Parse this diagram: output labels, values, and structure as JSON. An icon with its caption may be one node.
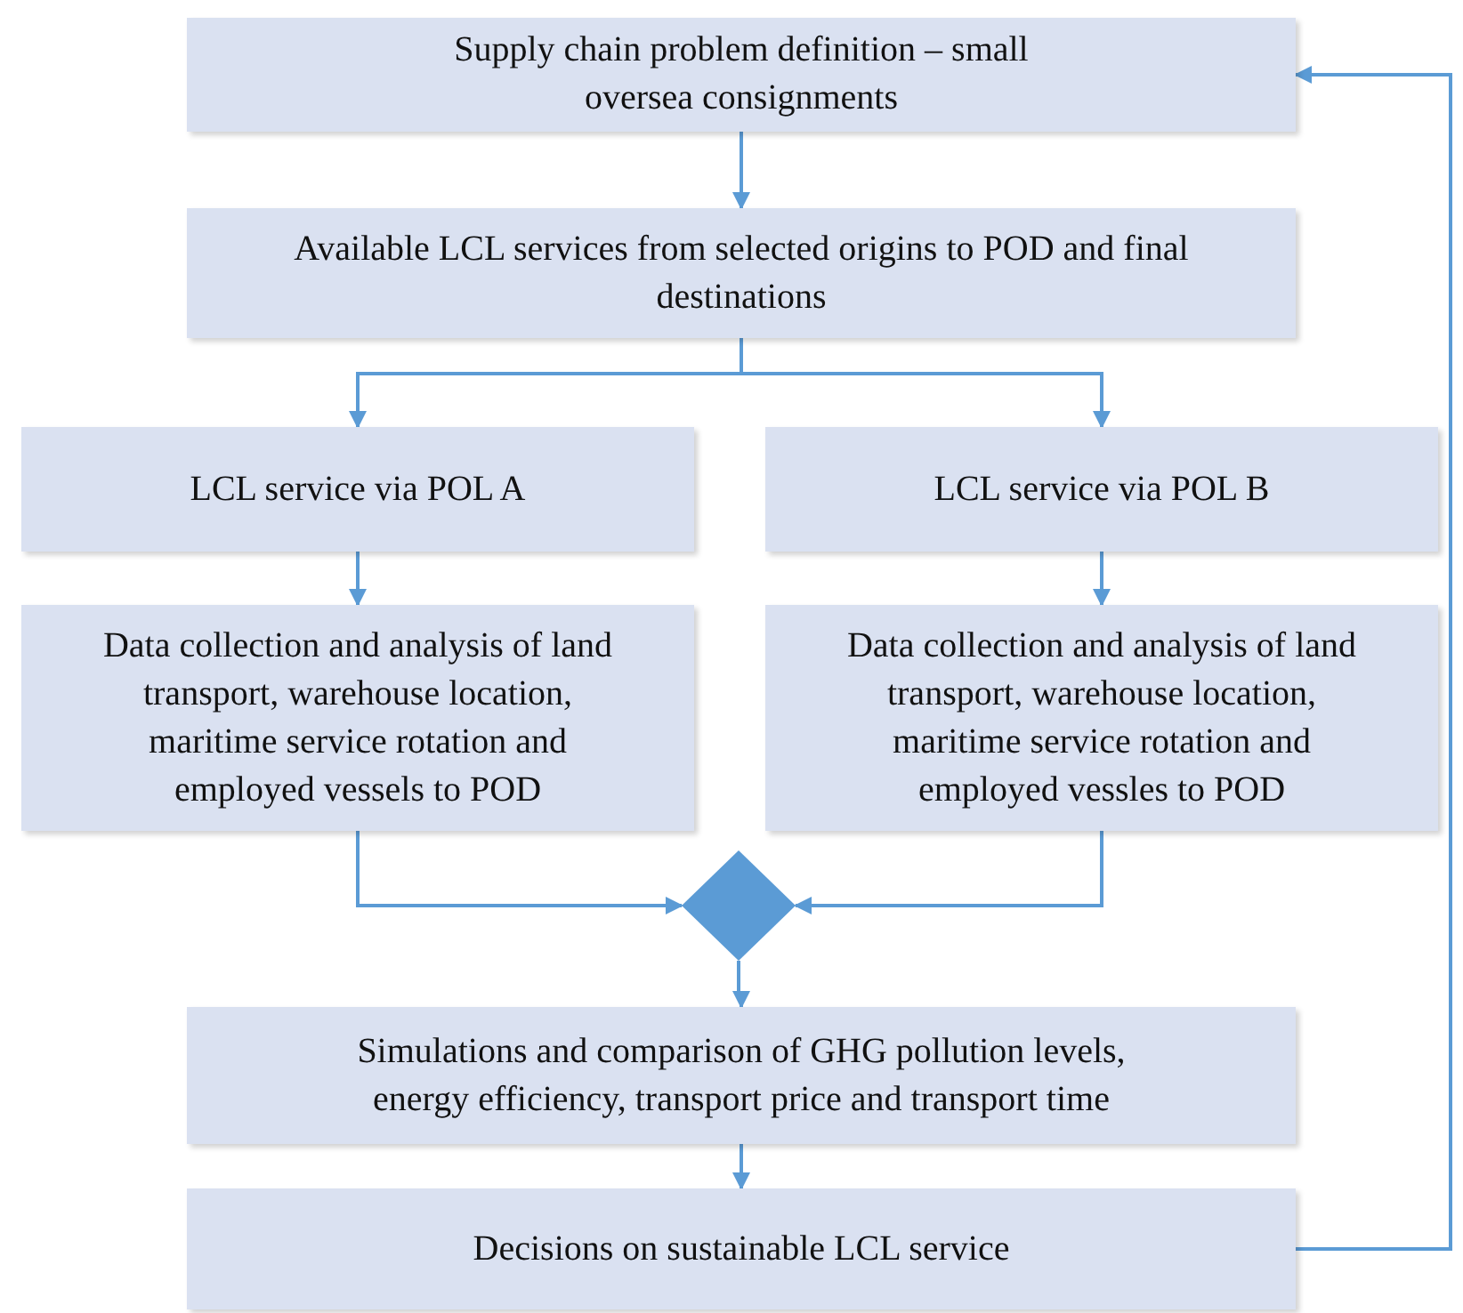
{
  "diagram": {
    "nodes": [
      {
        "text": [
          "Supply chain problem definition – small oversea consignments"
        ]
      },
      {
        "text": [
          "Available LCL services from selected origins to POD and final destinations"
        ]
      },
      {
        "text": [
          "LCL service via POL A"
        ]
      },
      {
        "text": [
          "LCL service via POL B"
        ]
      },
      {
        "text": [
          "Data collection and analysis of land transport, warehouse location, maritime service rotation and employed vessels to POD"
        ]
      },
      {
        "text": [
          "Data collection and analysis of land transport, warehouse location, maritime service rotation and employed vessles to POD"
        ]
      },
      {
        "text": [],
        "shape": "diamond"
      },
      {
        "text": [
          "Simulations and comparison of GHG pollution levels, energy efficiency, transport price and transport time"
        ]
      },
      {
        "text": [
          "Decisions on sustainable LCL service"
        ]
      }
    ],
    "edges": [
      {
        "from": 0,
        "to": 1,
        "arrow": "to"
      },
      {
        "from": 1,
        "to": 2,
        "arrow": "to"
      },
      {
        "from": 1,
        "to": 3,
        "arrow": "to"
      },
      {
        "from": 2,
        "to": 4,
        "arrow": "to"
      },
      {
        "from": 3,
        "to": 5,
        "arrow": "to"
      },
      {
        "from": 4,
        "to": 6,
        "arrow": "to"
      },
      {
        "from": 5,
        "to": 6,
        "arrow": "to"
      },
      {
        "from": 6,
        "to": 7,
        "arrow": "to"
      },
      {
        "from": 7,
        "to": 8,
        "arrow": "to"
      },
      {
        "from": 8,
        "to": 0,
        "arrow": "to"
      }
    ]
  }
}
